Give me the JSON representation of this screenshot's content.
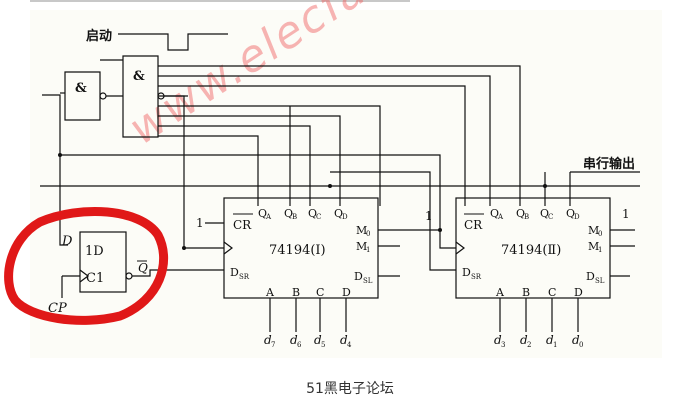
{
  "labels": {
    "start": "启动",
    "serial_out": "串行输出",
    "caption": "51黑电子论坛",
    "watermark": "www.elecfans.com"
  },
  "and_gate": {
    "symbol": "&"
  },
  "flipflop": {
    "d_in": "1D",
    "clk_in": "C1",
    "d_label": "D",
    "cp_label": "CP",
    "q_label": "Q"
  },
  "chip1": {
    "name": "74194(Ⅰ)",
    "cr": "CR",
    "one": "1",
    "q": [
      "Q",
      "Q",
      "Q",
      "Q"
    ],
    "q_sub": [
      "A",
      "B",
      "C",
      "D"
    ],
    "m0": "M",
    "m0_sub": "0",
    "m1": "M",
    "m1_sub": "1",
    "dsr": "D",
    "dsr_sub": "SR",
    "dsl": "D",
    "dsl_sub": "SL",
    "inputs": [
      "A",
      "B",
      "C",
      "D"
    ],
    "data": [
      "d",
      "d",
      "d",
      "d"
    ],
    "data_sub": [
      "7",
      "6",
      "5",
      "4"
    ]
  },
  "chip2": {
    "name": "74194(Ⅱ)",
    "cr": "CR",
    "one_left": "1",
    "one_right": "1",
    "q": [
      "Q",
      "Q",
      "Q",
      "Q"
    ],
    "q_sub": [
      "A",
      "B",
      "C",
      "D"
    ],
    "m0": "M",
    "m0_sub": "0",
    "m1": "M",
    "m1_sub": "1",
    "dsr": "D",
    "dsr_sub": "SR",
    "dsl": "D",
    "dsl_sub": "SL",
    "inputs": [
      "A",
      "B",
      "C",
      "D"
    ],
    "data": [
      "d",
      "d",
      "d",
      "d"
    ],
    "data_sub": [
      "3",
      "2",
      "1",
      "0"
    ]
  },
  "colors": {
    "highlight": "#e01818",
    "wire": "#111111"
  }
}
